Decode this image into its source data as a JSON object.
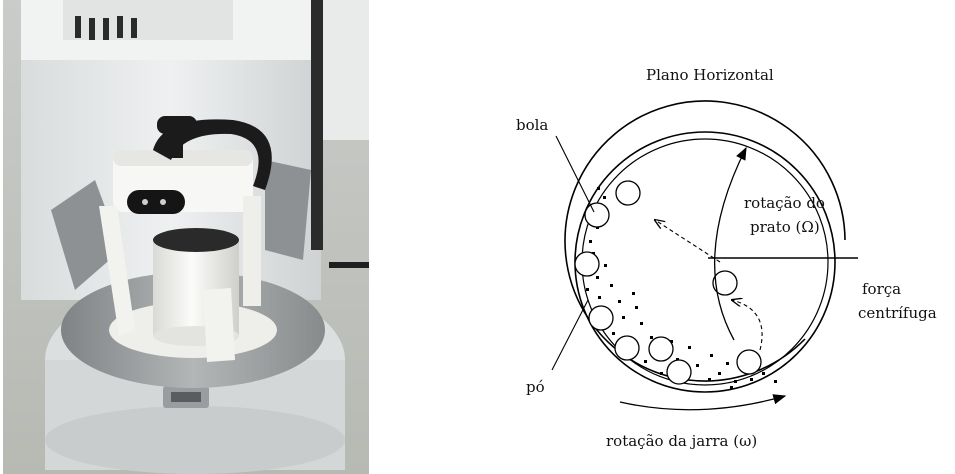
{
  "diagram": {
    "title": "Plano Horizontal",
    "labels": {
      "ball": "bola",
      "powder": "pó",
      "plate_rotation_line1": "rotação do",
      "plate_rotation_line2": "prato (Ω)",
      "centrifugal_line1": "força",
      "centrifugal_line2": "centrífuga",
      "jar_rotation": "rotação da jarra (ω)"
    }
  },
  "colors": {
    "line": "#000000",
    "mill_body": "#e8ebec",
    "plate": "#9fa3a4",
    "jar": "#f4f4f2",
    "clamp": "#1a1a1a"
  }
}
